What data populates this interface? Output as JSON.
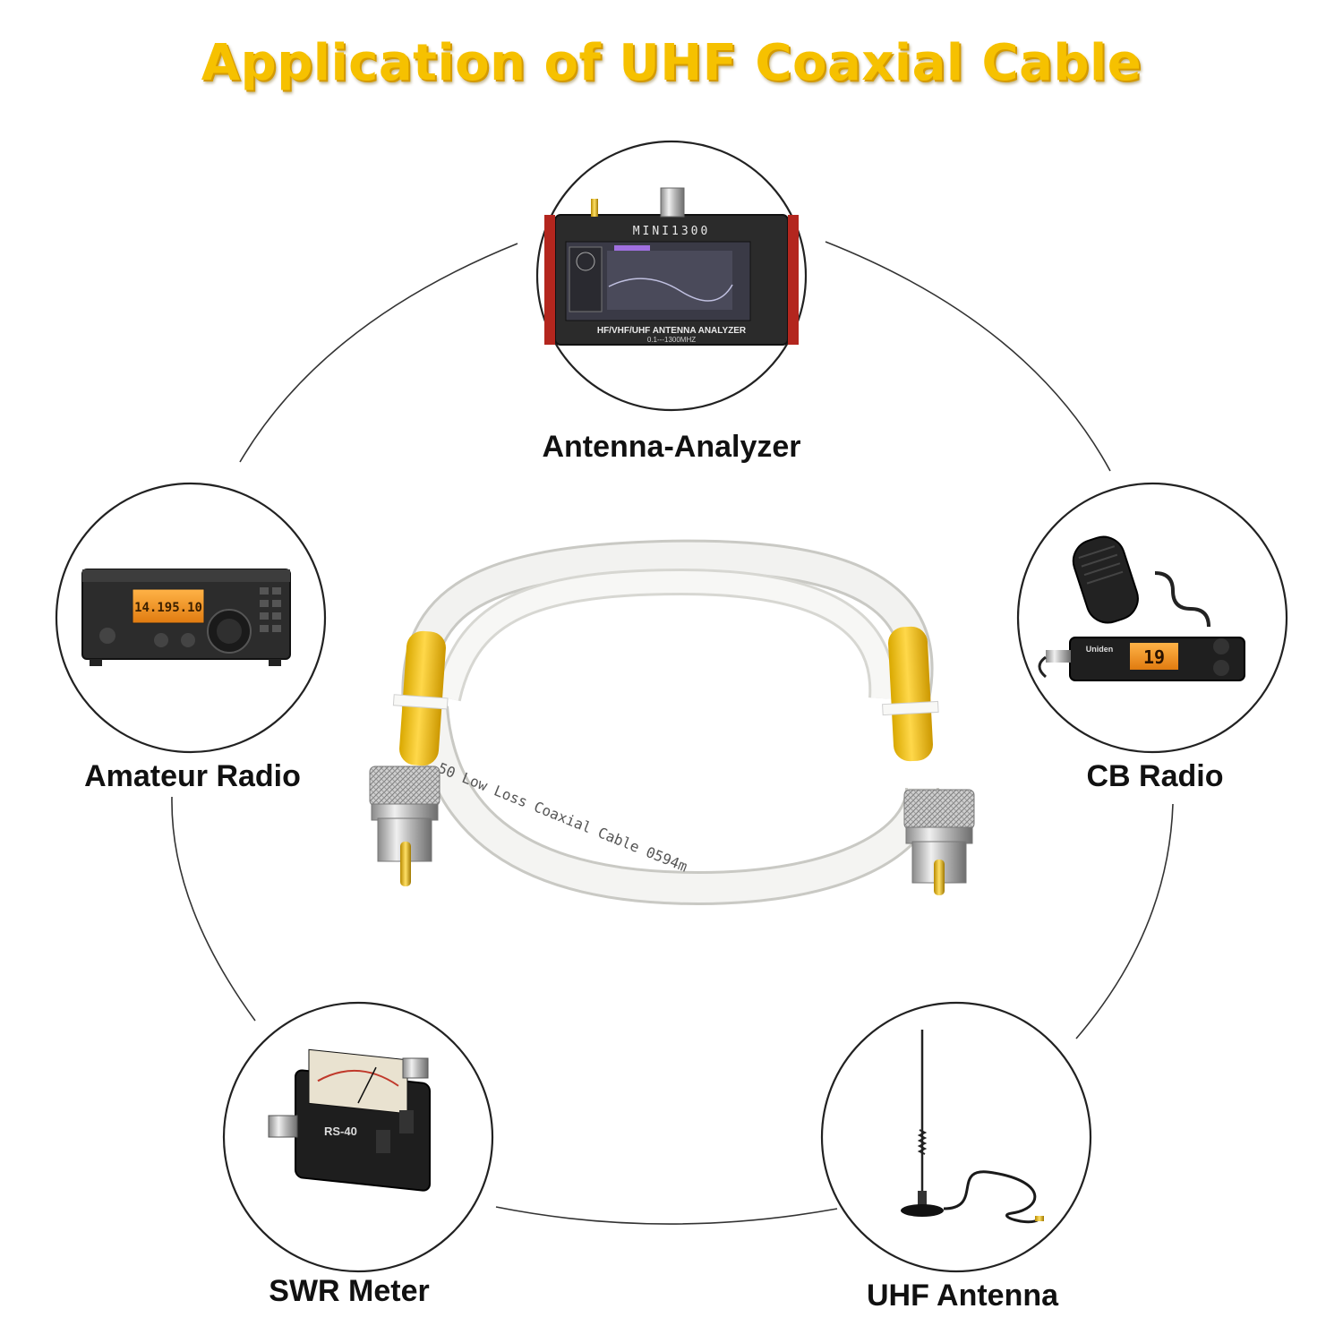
{
  "title": "Application of UHF Coaxial Cable",
  "applications": [
    {
      "id": "antenna-analyzer",
      "label": "Antenna-Analyzer"
    },
    {
      "id": "amateur-radio",
      "label": "Amateur Radio"
    },
    {
      "id": "cb-radio",
      "label": "CB Radio"
    },
    {
      "id": "swr-meter",
      "label": "SWR Meter"
    },
    {
      "id": "uhf-antenna",
      "label": "UHF Antenna"
    }
  ],
  "device_text": {
    "analyzer_brand": "MINI1300",
    "analyzer_caption": "HF/VHF/UHF ANTENNA ANALYZER",
    "analyzer_range": "0.1---1300MHZ",
    "radio_display": "14.195.10",
    "cb_brand": "Uniden",
    "swr_model": "RS-40",
    "cable_print": "50 Low Loss Coaxial Cable   0594m"
  },
  "colors": {
    "title": "#f6c100",
    "cable_boot": "#f2c200",
    "cable_jacket": "#f2f2f0"
  }
}
